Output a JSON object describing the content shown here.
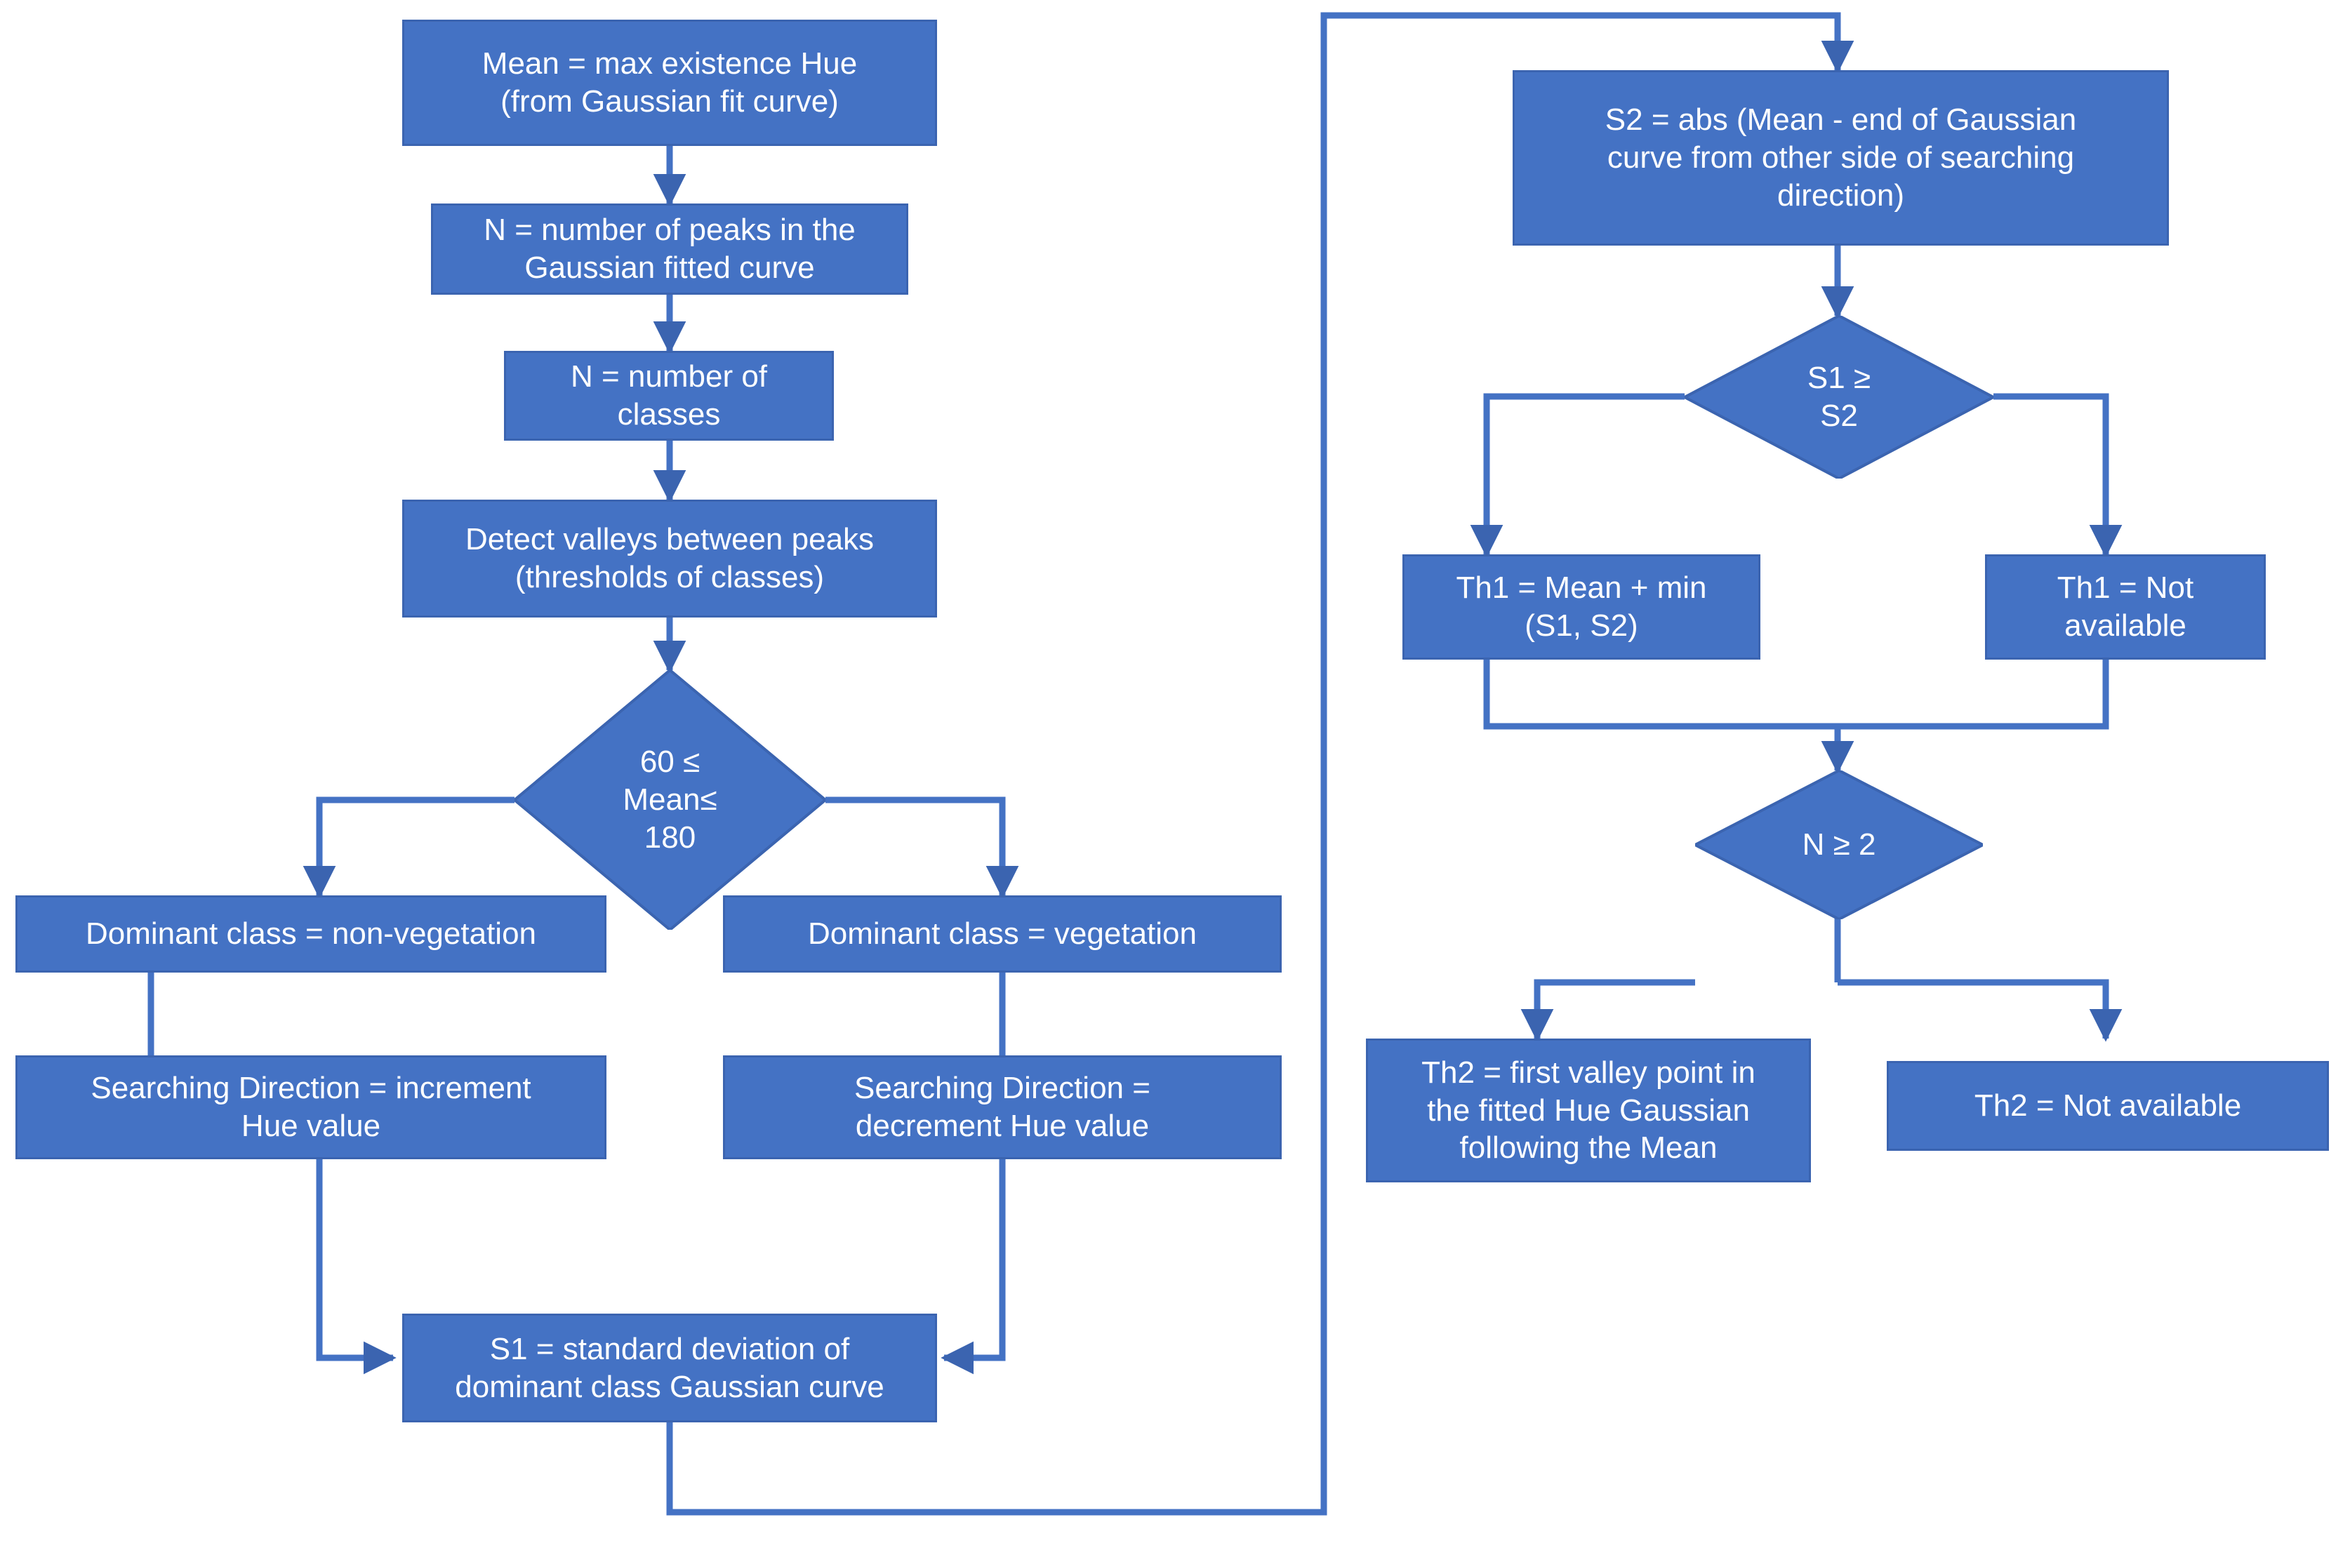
{
  "diagram": {
    "title": "Hue Gaussian threshold determination flowchart",
    "accent_color": "#4472C4",
    "edge_color": "#4472C4",
    "border_color": "#3B64B0",
    "text_color": "#FFFFFF",
    "background": "#FFFFFF"
  },
  "nodes": {
    "mean_max_hue": "Mean = max existence Hue\n(from Gaussian fit curve)",
    "n_peaks": "N = number of peaks in the\nGaussian fitted curve",
    "n_classes": "N = number of\nclasses",
    "detect_valleys": "Detect valleys between peaks\n(thresholds of classes)",
    "mean_range_decision": "60 ≤\nMean≤\n180",
    "dominant_nonveg": "Dominant class = non-vegetation",
    "dominant_veg": "Dominant class = vegetation",
    "search_increment": "Searching Direction = increment\nHue value",
    "search_decrement": "Searching Direction =\ndecrement Hue value",
    "s1_std_dev": "S1 = standard deviation of\ndominant class Gaussian curve",
    "s2_abs": "S2 = abs (Mean - end of Gaussian\ncurve from other side of searching\ndirection)",
    "s1_ge_s2_decision": "S1  ≥\nS2",
    "th1_mean_min": "Th1 = Mean + min\n(S1, S2)",
    "th1_not_available": "Th1 = Not\navailable",
    "n_ge_2_decision": "N ≥ 2",
    "th2_first_valley": "Th2 = first valley point in\nthe fitted Hue Gaussian\nfollowing the Mean",
    "th2_not_available": "Th2 = Not available"
  }
}
